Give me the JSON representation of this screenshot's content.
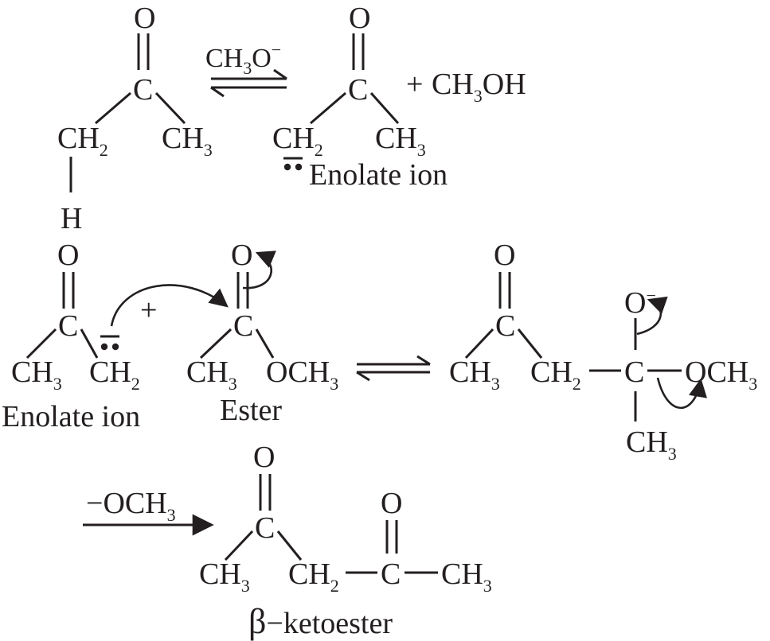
{
  "atoms": {
    "O": "O",
    "C": "C",
    "H": "H",
    "CH": "CH",
    "sub2": "2",
    "sub3": "3",
    "OCH": "OCH",
    "minus": "−",
    "plus": "+"
  },
  "reagents": {
    "methoxide_top": "CH",
    "methoxide_top_sub": "3",
    "methoxide_top_tail": "O",
    "methanol": "CH",
    "methanol_sub": "3",
    "methanol_tail": "OH",
    "methoxide_bottom": "OCH",
    "methoxide_bottom_sub": "3"
  },
  "labels": {
    "enolate_top": "Enolate ion",
    "enolate_mid": "Enolate ion",
    "ester": "Ester",
    "product_beta": "β",
    "product_rest": "−ketoester"
  }
}
